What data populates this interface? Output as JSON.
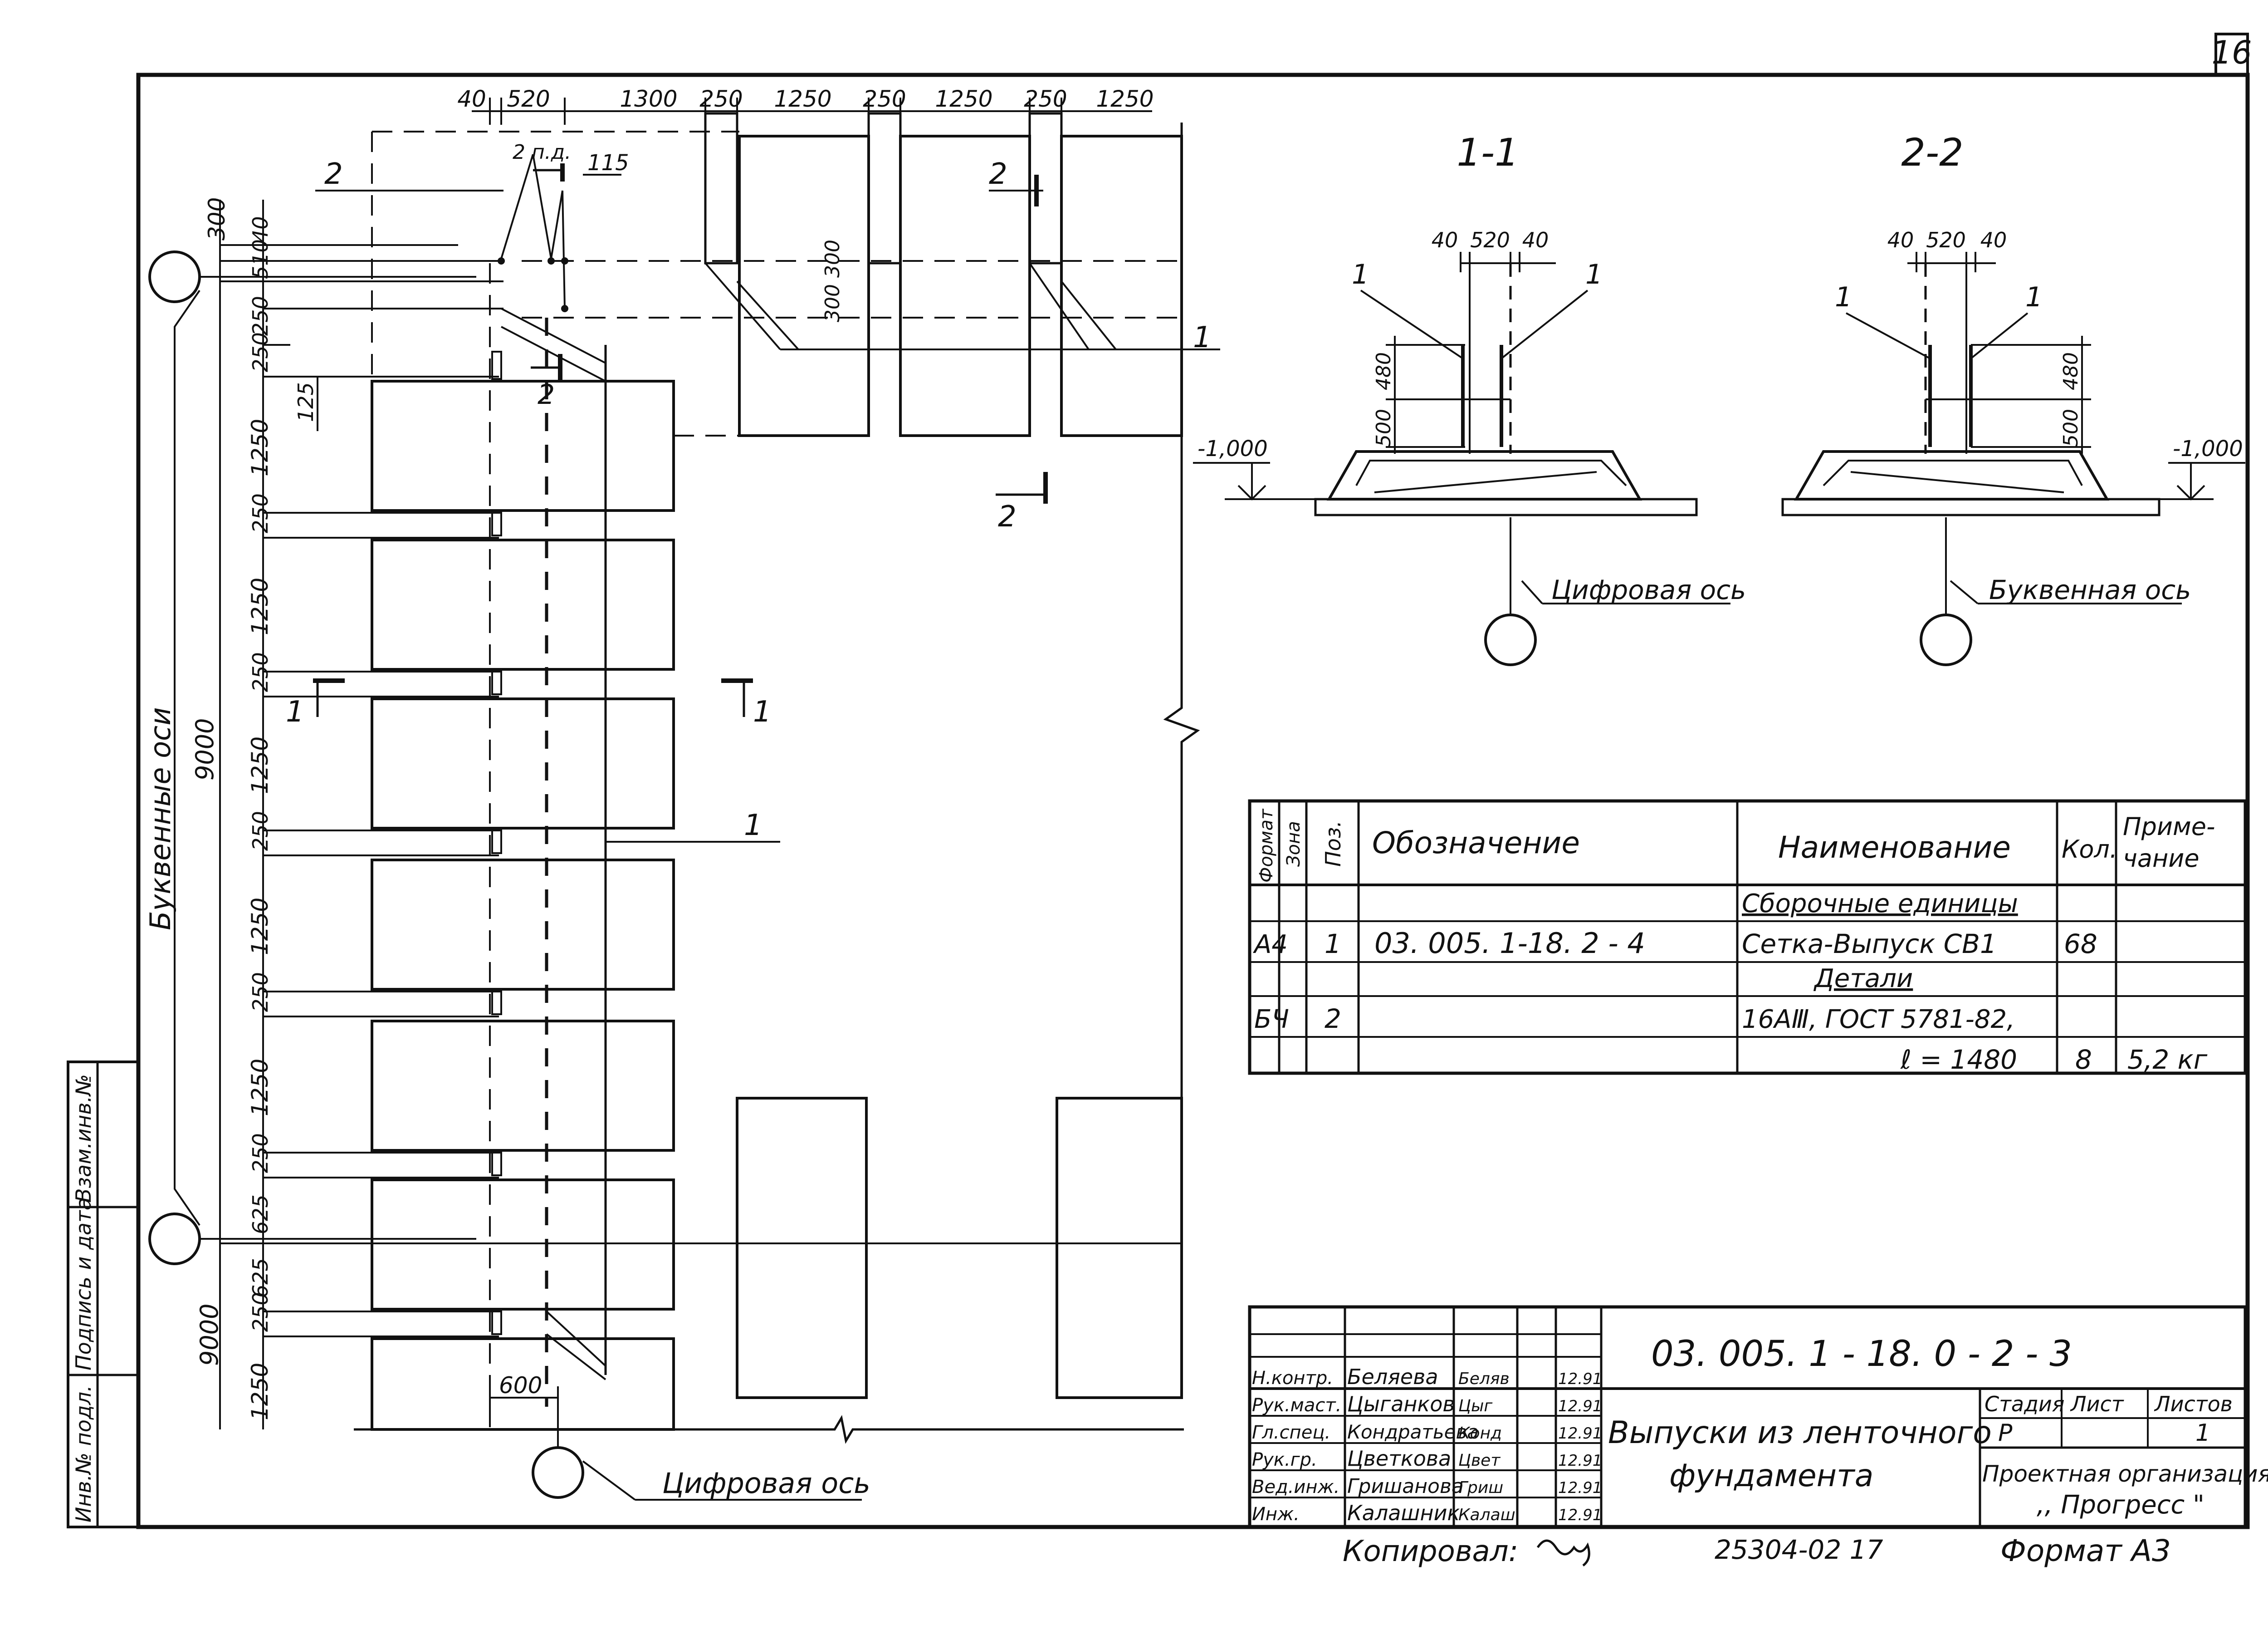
{
  "sheet": {
    "sheet_number": "16",
    "copied_by": "Копировал:",
    "archive_number": "25304-02 17",
    "format": "Формат А3"
  },
  "margin_stamp": {
    "cells": [
      "Инв.№ подл.",
      "Подпись и дата",
      "Взам.инв.№"
    ]
  },
  "plan": {
    "top_dims": [
      "40",
      "520",
      "1300",
      "250",
      "1250",
      "250",
      "1250",
      "250",
      "1250"
    ],
    "left_dims_top": [
      "300",
      "40",
      "510",
      "250",
      "250"
    ],
    "left_dims_main": [
      "1250",
      "250",
      "1250",
      "250",
      "1250",
      "250",
      "1250",
      "250",
      "1250",
      "250",
      "625",
      "625",
      "250",
      "1250"
    ],
    "left_total": "9000",
    "left_total_2": "9000",
    "dim_125": "125",
    "dim_300_300": "300 300",
    "dim_115": "115",
    "dim_600": "600",
    "rebar_note": "2 п.д.",
    "pos_1": "1",
    "pos_2": "2",
    "section_2": "2",
    "section_1": "1",
    "letter_axes_label": "Буквенные оси",
    "digit_axis_label": "Цифровая ось"
  },
  "section_1_1": {
    "title": "1-1",
    "dims_top": [
      "40",
      "520",
      "40"
    ],
    "dims_side": [
      "480",
      "500"
    ],
    "level": "-1,000",
    "pos_1": "1",
    "axis_label": "Цифровая ось"
  },
  "section_2_2": {
    "title": "2-2",
    "dims_top": [
      "40",
      "520",
      "40"
    ],
    "dims_side": [
      "480",
      "500"
    ],
    "level": "-1,000",
    "pos_1": "1",
    "axis_label": "Буквенная ось"
  },
  "spec_table": {
    "headers": {
      "format": "Формат",
      "zone": "Зона",
      "pos": "Поз.",
      "designation": "Обозначение",
      "name": "Наименование",
      "qty": "Кол.",
      "note_1": "Приме-",
      "note_2": "чание"
    },
    "section_assemblies": "Сборочные единицы",
    "section_details": "Детали",
    "rows": [
      {
        "format": "А4",
        "pos": "1",
        "designation": "03. 005. 1-18. 2 - 4",
        "name": "Сетка-Выпуск  СВ1",
        "qty": "68",
        "note": ""
      },
      {
        "format": "БЧ",
        "pos": "2",
        "designation": "",
        "name": "16АⅢ,  ГОСТ 5781-82,",
        "qty": "",
        "note": ""
      },
      {
        "format": "",
        "pos": "",
        "designation": "",
        "name": "ℓ = 1480",
        "qty": "8",
        "note": "5,2 кг"
      }
    ]
  },
  "title_block": {
    "code": "03. 005. 1 - 18. 0 - 2 - 3",
    "title_line1": "Выпуски из ленточного",
    "title_line2": "фундамента",
    "stage_label": "Стадия",
    "sheet_label": "Лист",
    "sheets_label": "Листов",
    "stage": "Р",
    "sheets": "1",
    "org_line1": "Проектная организация",
    "org_line2": ",, Прогресс \"",
    "people": [
      {
        "role": "Н.контр.",
        "name": "Беляева",
        "sign": "Беляв",
        "date": "12.91"
      },
      {
        "role": "Рук.маст.",
        "name": "Цыганков",
        "sign": "Цыг",
        "date": "12.91"
      },
      {
        "role": "Гл.спец.",
        "name": "Кондратьева",
        "sign": "Конд",
        "date": "12.91"
      },
      {
        "role": "Рук.гр.",
        "name": "Цветкова",
        "sign": "Цвет",
        "date": "12.91"
      },
      {
        "role": "Вед.инж.",
        "name": "Гришанова",
        "sign": "Гриш",
        "date": "12.91"
      },
      {
        "role": "Инж.",
        "name": "Калашник",
        "sign": "Калаш",
        "date": "12.91"
      }
    ]
  }
}
